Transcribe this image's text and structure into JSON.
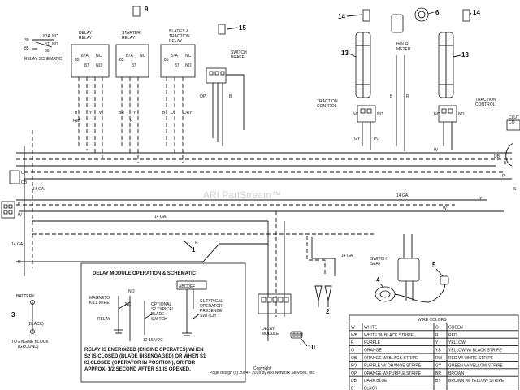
{
  "relay_schematic": {
    "pins": [
      "30",
      "85",
      "87A",
      "87",
      "86"
    ],
    "state_labels": [
      "NC",
      "NO"
    ],
    "title": "RELAY SCHEMATIC"
  },
  "relays": [
    {
      "title": "DELAY\nRELAY"
    },
    {
      "title": "STARTER\nRELAY"
    },
    {
      "title": "BLADES &\nTRACTION\nRELAY"
    }
  ],
  "components": {
    "switch_brake": "SWITCH\nBRAKE",
    "hour_meter": "HOUR\nMETER",
    "traction_control_left": "TRACTION\nCONTROL",
    "traction_control_right": "TRACTION\nCONTROL",
    "clutch": "CLUT\nCO",
    "switch_seat": "SWITCH\nSEAT",
    "delay_module": "DELAY\nMODULE",
    "battery": "BATTERY",
    "battery_note": "(BLACK)",
    "engine_block": "TO ENGINE BLOCK\n(GROUND)"
  },
  "gauges": [
    "14 GA.",
    "14 GA.",
    "14 GA.",
    "14 GA.",
    "14 GA."
  ],
  "callouts": [
    "1",
    "2",
    "3",
    "4",
    "5",
    "6",
    "9",
    "10",
    "13",
    "13",
    "14",
    "14",
    "15"
  ],
  "delay_module_box": {
    "title": "DELAY MODULE OPERATION & SCHEMATIC",
    "pins": "ABCDEF",
    "labels": [
      "MAGNETO\nKILL WIRE",
      "RELAY",
      "NO",
      "NC",
      "OPTIONAL\nS2 TYPICAL\nBLADE\nSWITCH",
      "S1 TYPICAL\nOPERATOR\nPRESENCE\nSWITCH",
      "12-15 VDC"
    ],
    "description": "RELAY IS ENERGIZED (ENGINE OPERATES) WHEN\nS2 IS CLOSED (BLADE DISENGAGED) OR WHEN S1\nIS CLOSED (OPERATOR IN POSITION), OR FOR\nAPPROX. 1/2 SECOND AFTER S1 IS OPENED."
  },
  "copyright": "Copyright\nPage design (c) 2004 - 2018 by ARI Network Services, Inc.",
  "watermark": "ARI PartStream™",
  "wire_colors": {
    "title": "WIRE COLORS",
    "rows": [
      {
        "c1": "W",
        "n1": "WHITE",
        "c2": "G",
        "n2": "GREEN"
      },
      {
        "c1": "WB",
        "n1": "WHITE W/ BLACK STRIPE",
        "c2": "R",
        "n2": "RED"
      },
      {
        "c1": "P",
        "n1": "PURPLE",
        "c2": "Y",
        "n2": "YELLOW"
      },
      {
        "c1": "O",
        "n1": "ORANGE",
        "c2": "YB",
        "n2": "YELLOW W/ BLACK STRIPE"
      },
      {
        "c1": "OB",
        "n1": "ORANGE W/ BLACK STRIPE",
        "c2": "RW",
        "n2": "RED W/ WHITE STRIPE"
      },
      {
        "c1": "PO",
        "n1": "PURPLE W/ ORANGE STRIPE",
        "c2": "GY",
        "n2": "GREEN W/ YELLOW STRIPE"
      },
      {
        "c1": "OP",
        "n1": "ORANGE W/ PURPLE STRIPE",
        "c2": "BR",
        "n2": "BROWN"
      },
      {
        "c1": "DB",
        "n1": "DARK BLUE",
        "c2": "BY",
        "n2": "BROWN W/ YELLOW STRIPE"
      },
      {
        "c1": "B",
        "n1": "BLACK",
        "c2": "",
        "n2": ""
      }
    ]
  }
}
